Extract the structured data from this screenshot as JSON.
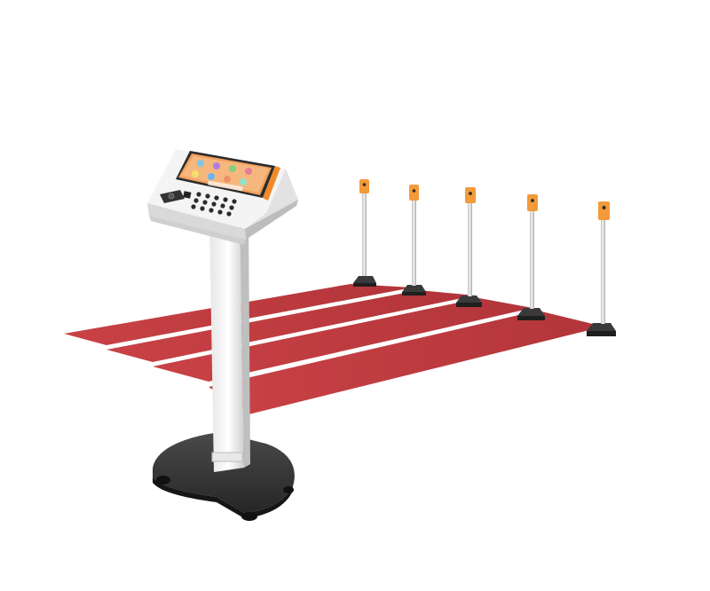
{
  "scene": {
    "subject": "kiosk-terminal-with-running-lanes",
    "lane_count": 4,
    "sensor_post_count": 5,
    "colors": {
      "background": "#ffffff",
      "lane_red": "#c0393c",
      "lane_red_dark": "#a82d31",
      "lane_stripe": "#ffffff",
      "kiosk_body": "#f2f2f2",
      "kiosk_shade": "#d7d7d7",
      "screen_bezel": "#2b2b2b",
      "screen_bg": "#f1a05f",
      "accent_orange": "#f08a2a",
      "sensor_orange": "#f39a3a",
      "base_dark": "#3a3a3a",
      "base_darker": "#1f1f1f",
      "pole_metal": "#d9d9d9"
    }
  }
}
